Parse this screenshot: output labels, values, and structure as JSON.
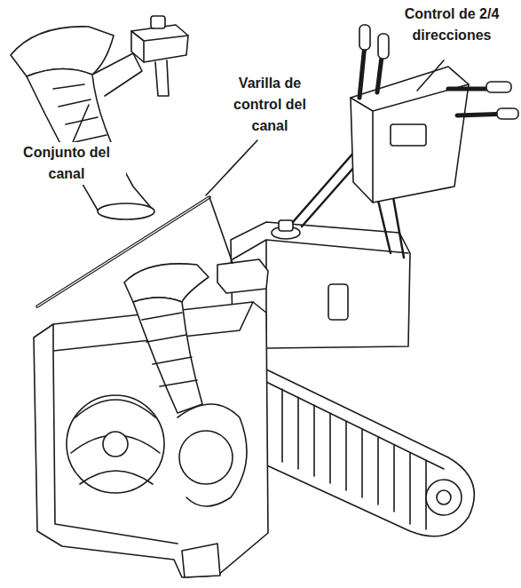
{
  "diagram": {
    "labels": [
      "Conjunto del canal",
      "Varilla de control del canal",
      "Control de 2/4 direcciones"
    ]
  }
}
